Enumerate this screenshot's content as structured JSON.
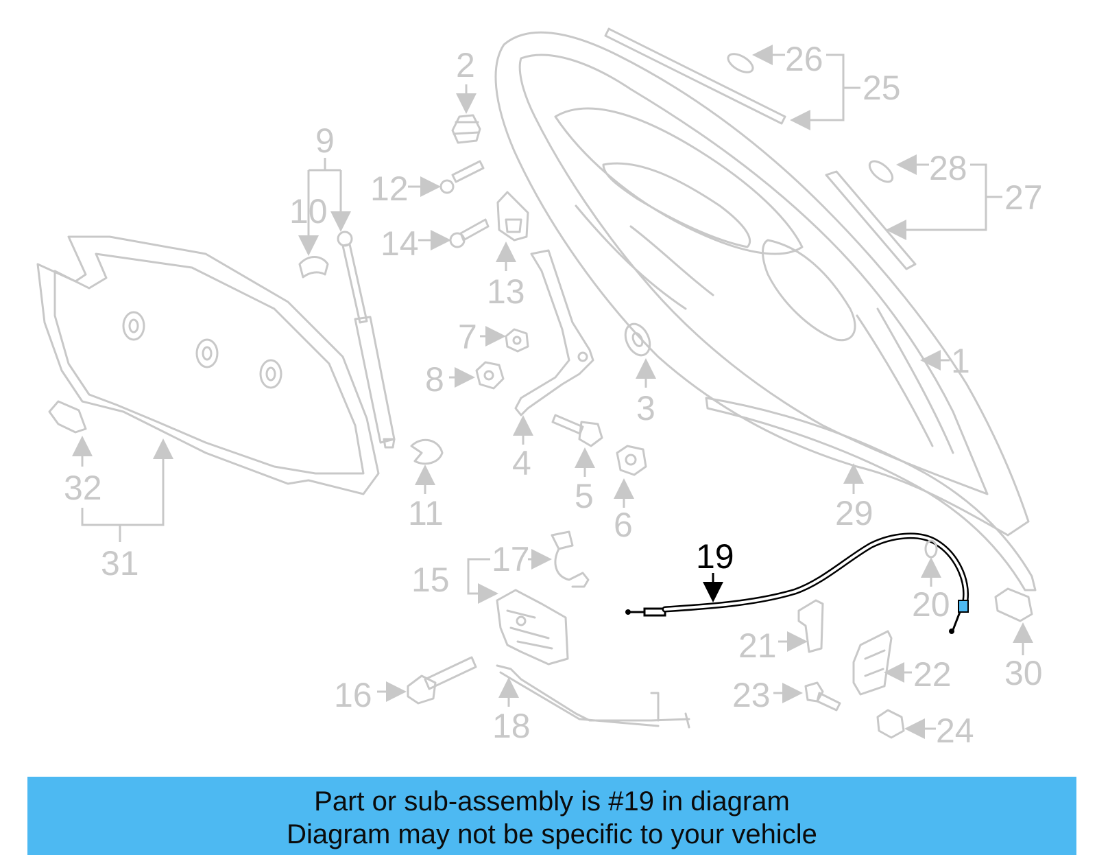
{
  "diagram": {
    "highlighted_part": "19",
    "callouts": [
      "1",
      "2",
      "3",
      "4",
      "5",
      "6",
      "7",
      "8",
      "9",
      "10",
      "11",
      "12",
      "13",
      "14",
      "15",
      "16",
      "17",
      "18",
      "19",
      "20",
      "21",
      "22",
      "23",
      "24",
      "25",
      "26",
      "27",
      "28",
      "29",
      "30",
      "31",
      "32"
    ]
  },
  "banner": {
    "line1": "Part or sub-assembly is #19 in diagram",
    "line2": "Diagram may not be specific to your vehicle",
    "background_color": "#4db9f2"
  },
  "colors": {
    "part_line": "#c8c8c8",
    "highlight": "#000000"
  }
}
